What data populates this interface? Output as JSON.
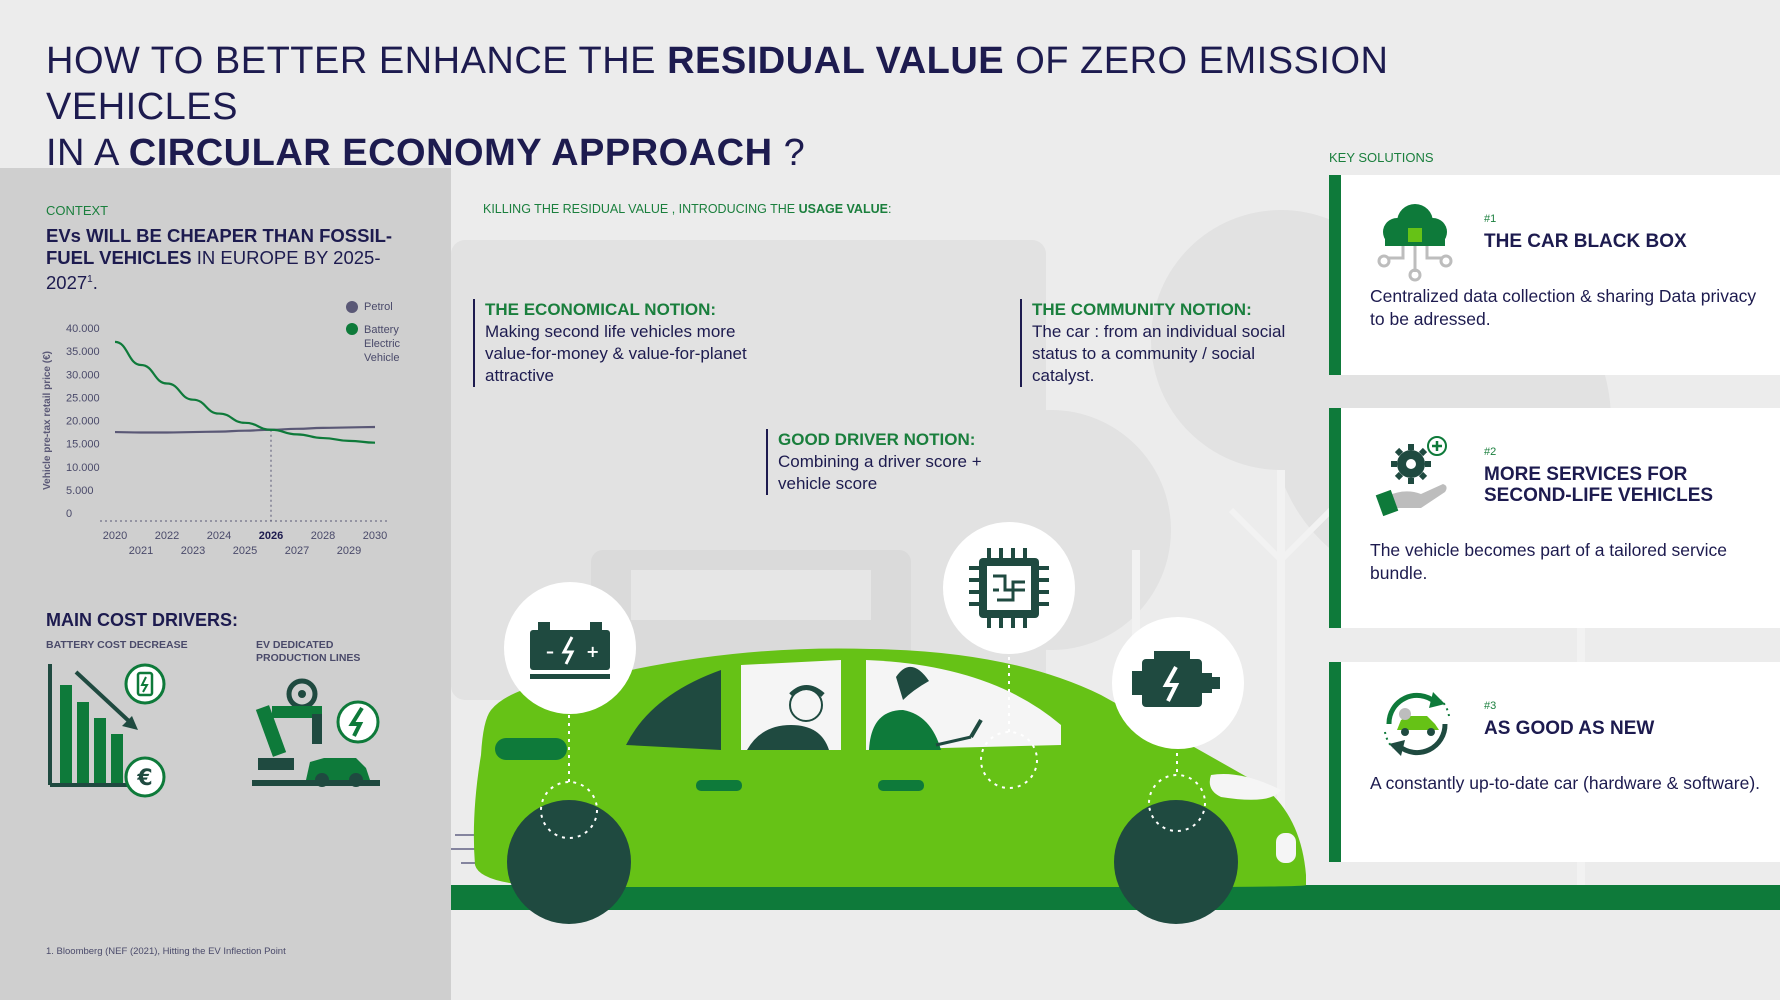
{
  "title": {
    "part1": "HOW TO BETTER ENHANCE THE ",
    "bold1": "RESIDUAL VALUE",
    "part2": " OF ZERO EMISSION VEHICLES",
    "part3": "IN A ",
    "bold2": "CIRCULAR ECONOMY APPROACH",
    "part4": " ?"
  },
  "context": {
    "label": "CONTEXT",
    "heading_bold": "EVs WILL BE CHEAPER THAN FOSSIL-FUEL VEHICLES",
    "heading_rest": " IN EUROPE BY 2025-2027",
    "footnote_ref": "1",
    "heading_end": "."
  },
  "chart_data": {
    "type": "line",
    "ylabel": "Vehicle pre-tax retail price (€)",
    "xlabel": "",
    "ylim": [
      0,
      40000
    ],
    "xlim": [
      2020,
      2030
    ],
    "y_ticks": [
      "0",
      "5.000",
      "10.000",
      "15.000",
      "20.000",
      "25.000",
      "30.000",
      "35.000",
      "40.000"
    ],
    "x_ticks_upper": [
      "2020",
      "2022",
      "2024",
      "2026",
      "2028",
      "2030"
    ],
    "x_ticks_lower": [
      "2021",
      "2023",
      "2025",
      "2027",
      "2029"
    ],
    "highlight_x": "2026",
    "x": [
      2020,
      2021,
      2022,
      2023,
      2024,
      2025,
      2026,
      2027,
      2028,
      2029,
      2030
    ],
    "series": [
      {
        "name": "Petrol",
        "color": "#5a5876",
        "values": [
          17500,
          17400,
          17400,
          17500,
          17600,
          17800,
          18000,
          18200,
          18400,
          18500,
          18600
        ]
      },
      {
        "name": "Battery Electric Vehicle",
        "color": "#0e7a3a",
        "values": [
          37000,
          32000,
          28000,
          24500,
          21500,
          19500,
          18000,
          17000,
          16200,
          15600,
          15200
        ]
      }
    ],
    "legend": [
      "Petrol",
      "Battery Electric Vehicle"
    ],
    "legend_position": "top-right",
    "grid": false
  },
  "drivers": {
    "title": "MAIN COST DRIVERS:",
    "battery_label": "BATTERY COST DECREASE",
    "production_label": "EV DEDICATED PRODUCTION LINES"
  },
  "footnote": "1. Bloomberg (NEF (2021), Hitting the EV Inflection Point",
  "killing": {
    "prefix": "KILLING THE RESIDUAL VALUE , INTRODUCING THE ",
    "bold": "USAGE VALUE",
    "suffix": ":"
  },
  "notions": {
    "economical": {
      "title": "THE ECONOMICAL NOTION:",
      "body": "Making second life vehicles more value-for-money & value-for-planet attractive"
    },
    "community": {
      "title": "THE COMMUNITY NOTION:",
      "body": "The car : from an individual social status to a community / social catalyst."
    },
    "driver": {
      "title": "GOOD DRIVER NOTION:",
      "body": "Combining a driver score + vehicle score"
    }
  },
  "key_solutions": {
    "label": "KEY SOLUTIONS",
    "cards": [
      {
        "num": "#1",
        "title": "THE CAR BLACK BOX",
        "body": "Centralized data collection & sharing Data privacy to be adressed."
      },
      {
        "num": "#2",
        "title": "MORE SERVICES FOR SECOND-LIFE VEHICLES",
        "body": "The vehicle becomes part of a tailored service bundle."
      },
      {
        "num": "#3",
        "title": "AS GOOD AS NEW",
        "body": "A constantly up-to-date car (hardware & software)."
      }
    ]
  },
  "colors": {
    "navy": "#1d1b4f",
    "dark_green": "#0e7a3a",
    "light_green": "#66c216",
    "teal_dark": "#1f4a40",
    "panel_grey": "#cfcfcf"
  },
  "icons": [
    "battery-icon",
    "chip-icon",
    "engine-icon",
    "cloud-network-icon",
    "gear-hand-icon",
    "recycle-car-icon",
    "euro-icon",
    "robot-arm-icon"
  ]
}
